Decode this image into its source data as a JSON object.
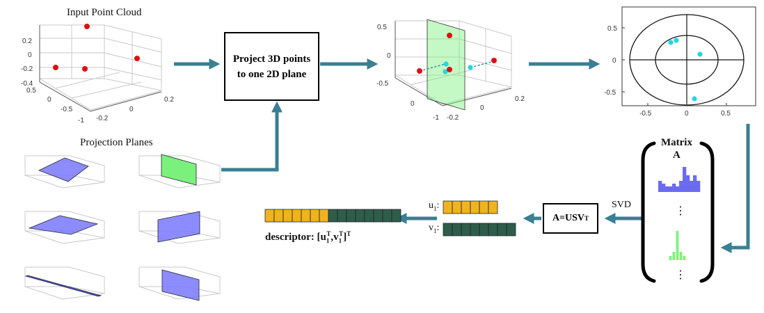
{
  "titles": {
    "input_cloud": "Input Point Cloud",
    "projection_planes": "Projection Planes"
  },
  "boxes": {
    "project_line1": "Project 3D points",
    "project_line2": "to one 2D plane",
    "svd_eq": "A=USV",
    "svd_sup": "T"
  },
  "labels": {
    "svd": "SVD",
    "matrix": "Matrix",
    "matrix_a": "A",
    "u1_main": "u",
    "u1_sub": "1",
    "v1_main": "v",
    "v1_sub": "1",
    "ellipsis_top": "⋮",
    "ellipsis_bottom": "⋮",
    "descriptor_prefix": "descriptor: [u",
    "descriptor_sub1": "1",
    "descriptor_sup1": "T",
    "descriptor_mid": ",v",
    "descriptor_sub2": "1",
    "descriptor_sup2": "T",
    "descriptor_end": "]",
    "descriptor_sup3": "T"
  },
  "ticks": {
    "cloud_z": [
      "0.2",
      "0",
      "-0.2",
      "-0.4"
    ],
    "cloud_y": [
      "0.5",
      "0",
      "-0.5",
      "-1"
    ],
    "cloud_x": [
      "-0.2",
      "0",
      "0.2"
    ],
    "proj_z": [
      "0.5",
      "0",
      "-0.5"
    ],
    "proj_y": [
      "0",
      "-1"
    ],
    "proj_x": [
      "-0.2",
      "0",
      "0.2"
    ],
    "ring_y": [
      "0.5",
      "0",
      "-0.5"
    ],
    "ring_x": [
      "-0.5",
      "0",
      "0.5"
    ]
  },
  "colors": {
    "arrow": "#3a7f93",
    "red_point": "#dd1111",
    "cyan_point": "#22d8e0",
    "plane_blue": "#7878ff",
    "plane_green": "#7cf07c",
    "histogram_blue": "#6b6bf2",
    "histogram_green": "#7ef27e",
    "vector_yellow": "#f0b31f",
    "vector_green": "#2e5d4a"
  },
  "chart_data": [
    {
      "type": "bar",
      "name_ref": "matrix-histogram-blue",
      "values": [
        4,
        3,
        2,
        2,
        3,
        2,
        4,
        9,
        6,
        4,
        6,
        4
      ]
    },
    {
      "type": "bar",
      "name_ref": "matrix-histogram-green",
      "values": [
        0,
        1,
        2,
        7,
        2,
        1,
        0
      ]
    }
  ],
  "vectors": {
    "u1_cells": 6,
    "v1_cells": 8,
    "descriptor_yellow_cells": 7,
    "descriptor_green_cells": 8
  }
}
